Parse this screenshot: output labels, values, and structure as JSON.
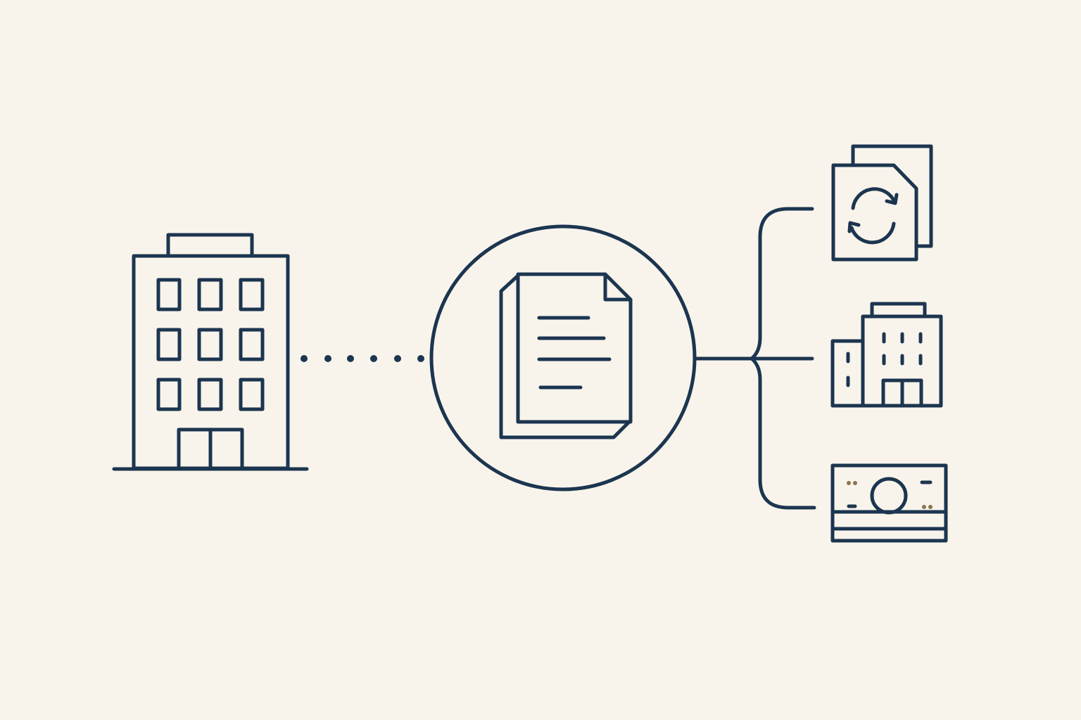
{
  "colors": {
    "background": "#f8f4eb",
    "line": "#1c3550",
    "accent_dots": "#8a7550"
  },
  "diagram": {
    "nodes": [
      {
        "id": "source",
        "icon": "office-building-icon"
      },
      {
        "id": "hub",
        "icon": "document-icon",
        "enclosure": "circle"
      },
      {
        "id": "out-1",
        "icon": "document-sync-icon"
      },
      {
        "id": "out-2",
        "icon": "buildings-icon"
      },
      {
        "id": "out-3",
        "icon": "banknote-icon"
      }
    ],
    "connections": [
      {
        "from": "source",
        "to": "hub",
        "style": "dotted"
      },
      {
        "from": "hub",
        "to": "out-1",
        "style": "solid-branch"
      },
      {
        "from": "hub",
        "to": "out-2",
        "style": "solid-branch"
      },
      {
        "from": "hub",
        "to": "out-3",
        "style": "solid-branch"
      }
    ]
  }
}
